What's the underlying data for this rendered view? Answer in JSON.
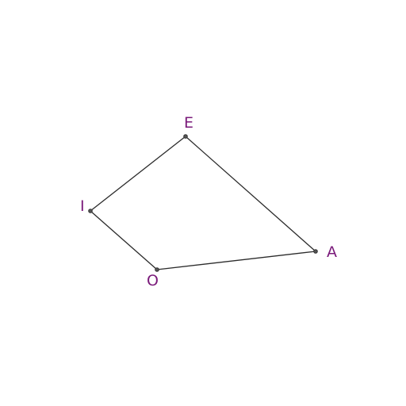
{
  "diagram": {
    "type": "quadrilateral",
    "vertices": [
      {
        "id": "E",
        "label": "E"
      },
      {
        "id": "A",
        "label": "A"
      },
      {
        "id": "O",
        "label": "O"
      },
      {
        "id": "I",
        "label": "I"
      }
    ],
    "edges": [
      [
        "E",
        "A"
      ],
      [
        "A",
        "O"
      ],
      [
        "O",
        "I"
      ],
      [
        "I",
        "E"
      ]
    ],
    "colors": {
      "edge": "#2b2b2b",
      "vertex": "#555555",
      "label": "#7a1a7a",
      "background": "#ffffff"
    }
  }
}
